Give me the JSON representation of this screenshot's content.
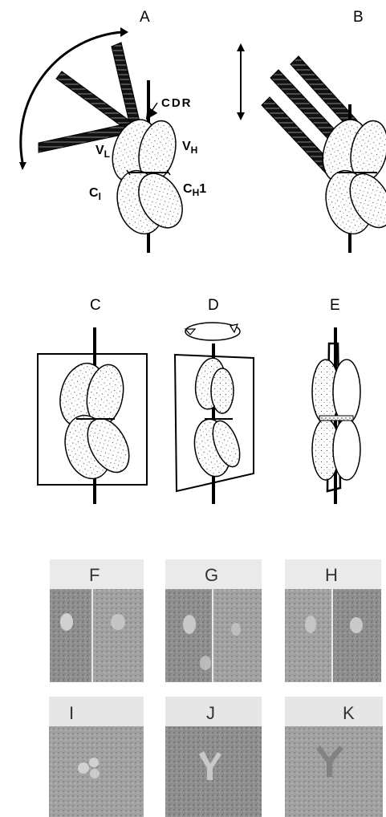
{
  "panels": {
    "A": "A",
    "B": "B",
    "C": "C",
    "D": "D",
    "E": "E",
    "F": "F",
    "G": "G",
    "H": "H",
    "I": "I",
    "J": "J",
    "K": "K"
  },
  "domains": {
    "cdr": "CDR",
    "vl_main": "V",
    "vl_sub": "L",
    "vh_main": "V",
    "vh_sub": "H",
    "cl_main": "C",
    "cl_sub": "l",
    "ch1_main": "C",
    "ch1_sub": "H",
    "ch1_suffix": "1"
  }
}
